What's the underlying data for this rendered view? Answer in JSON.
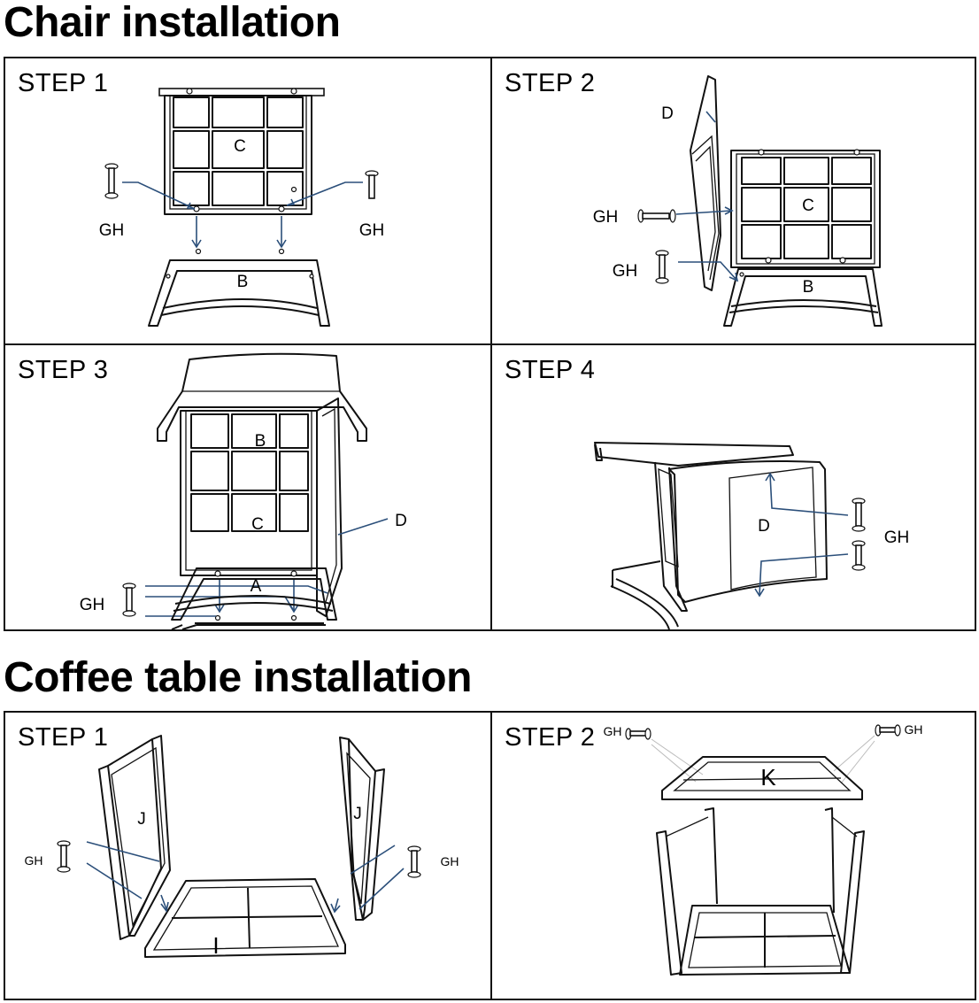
{
  "sections": [
    {
      "title": "Chair installation",
      "steps": [
        {
          "label": "STEP 1",
          "parts": {
            "c": "C",
            "b": "B",
            "gh_left": "GH",
            "gh_right": "GH"
          }
        },
        {
          "label": "STEP 2",
          "parts": {
            "d": "D",
            "c": "C",
            "b": "B",
            "gh_top": "GH",
            "gh_bottom": "GH"
          }
        },
        {
          "label": "STEP 3",
          "parts": {
            "b": "B",
            "c": "C",
            "d": "D",
            "a": "A",
            "gh": "GH"
          }
        },
        {
          "label": "STEP 4",
          "parts": {
            "d": "D",
            "gh": "GH"
          }
        }
      ]
    },
    {
      "title": "Coffee table installation",
      "steps": [
        {
          "label": "STEP 1",
          "parts": {
            "j_left": "J",
            "j_right": "J",
            "i": "I",
            "gh_left": "GH",
            "gh_right": "GH"
          }
        },
        {
          "label": "STEP 2",
          "parts": {
            "gh_left": "GH",
            "gh_right": "GH",
            "k": "K"
          }
        }
      ]
    }
  ],
  "colors": {
    "arrow": "#2b4f7a",
    "line": "#111111",
    "background": "#ffffff"
  }
}
